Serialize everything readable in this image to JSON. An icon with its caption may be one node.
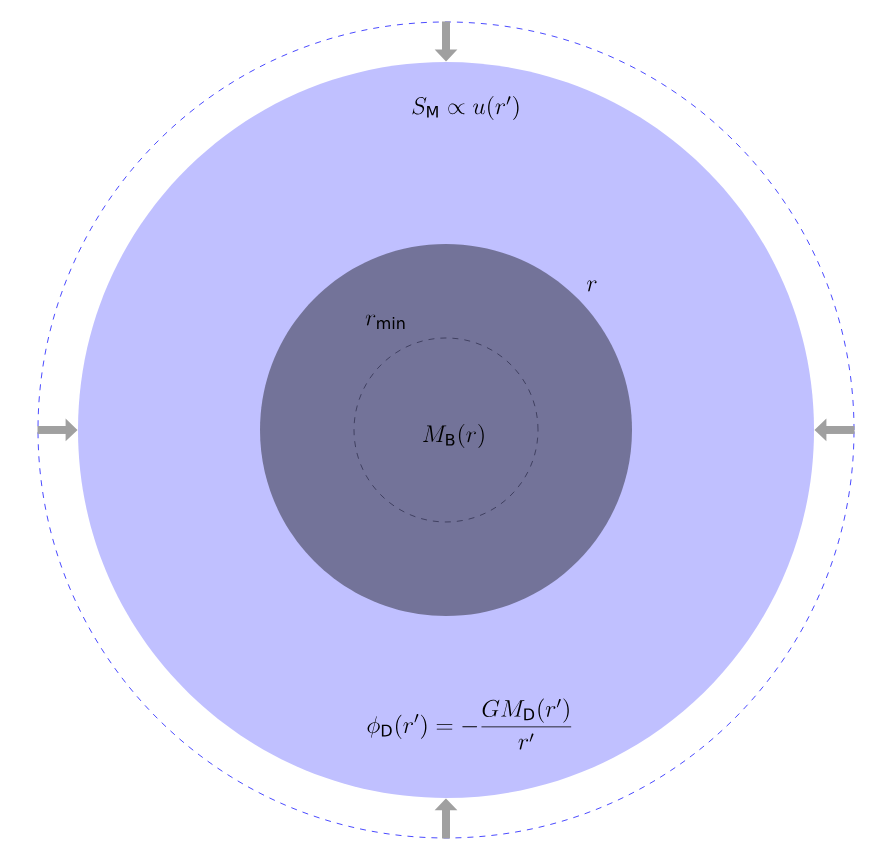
{
  "diagram": {
    "nodes": [
      {
        "text": [],
        "shape": "circle"
      },
      {
        "text": [
          "S_{\\mathrm{M}} \\propto u(r')",
          "\\phi_{\\mathrm{D}}(r') = -\\frac{G M_{\\mathrm{D}}(r')}{r'}"
        ],
        "in": 0
      },
      {
        "text": [],
        "shape": "circle",
        "beside": [
          "r"
        ],
        "in": 1
      },
      {
        "text": [
          "M_{\\mathrm{B}}(r)"
        ],
        "beside": [
          "r_{\\mathrm{min}}"
        ],
        "in": 2
      }
    ],
    "edges": [
      {
        "from": 0,
        "to": 1,
        "arrow": "to"
      },
      {
        "from": 0,
        "to": 1,
        "arrow": "to"
      },
      {
        "from": 0,
        "to": 1,
        "arrow": "to"
      },
      {
        "from": 0,
        "to": 1,
        "arrow": "to"
      }
    ]
  }
}
